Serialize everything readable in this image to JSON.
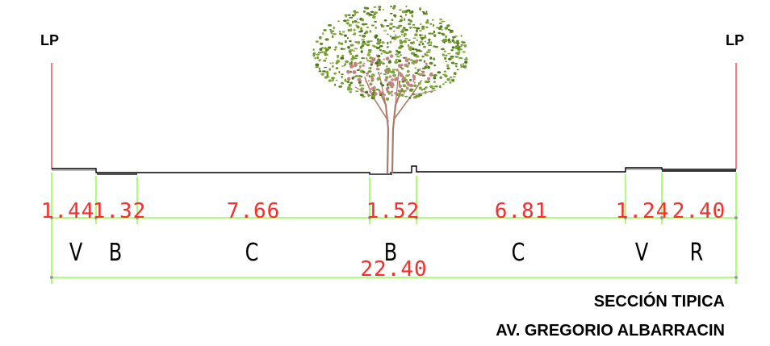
{
  "labels": {
    "left_line": "LP",
    "right_line": "LP",
    "title": "SECCIÓN  TIPICA",
    "subtitle": "AV. GREGORIO ALBARRACIN"
  },
  "dimensions": [
    {
      "value": "1.44",
      "zone": "V",
      "width_m": 1.44
    },
    {
      "value": "1.32",
      "zone": "B",
      "width_m": 1.32
    },
    {
      "value": "7.66",
      "zone": "C",
      "width_m": 7.66
    },
    {
      "value": "1.52",
      "zone": "B",
      "width_m": 1.52
    },
    {
      "value": "6.81",
      "zone": "C",
      "width_m": 6.81
    },
    {
      "value": "1.24",
      "zone": "V",
      "width_m": 1.24
    },
    {
      "value": "2.40",
      "zone": "R",
      "width_m": 2.4
    }
  ],
  "total": {
    "value": "22.40",
    "width_m": 22.4
  },
  "colors": {
    "dimension_text": "#ff2a2a",
    "dimension_line": "#7fff2a",
    "property_line": "#e83030",
    "ground": "#000000",
    "tree_foliage": "#5f8a1e",
    "tree_trunk": "#b07a6a"
  },
  "icons": {
    "tree": "tree-icon"
  }
}
